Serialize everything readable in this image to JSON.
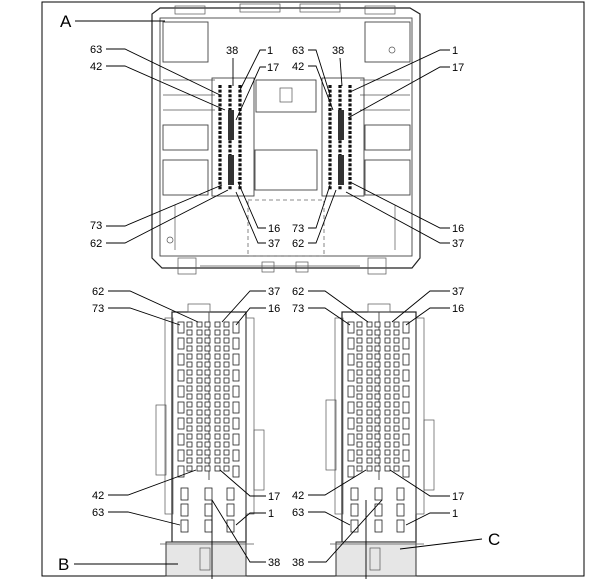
{
  "diagram": {
    "letters": {
      "a": "A",
      "b": "B",
      "c": "C"
    },
    "top": {
      "left_connector": {
        "l63": "63",
        "l42": "42",
        "l38": "38",
        "l1": "1",
        "l17": "17",
        "l73": "73",
        "l62": "62",
        "l16": "16",
        "l37": "37"
      },
      "right_connector": {
        "l63": "63",
        "l42": "42",
        "l38": "38",
        "l1": "1",
        "l17": "17",
        "l73": "73",
        "l62": "62",
        "l16": "16",
        "l37": "37"
      }
    },
    "connector_b": {
      "l62": "62",
      "l73": "73",
      "l37": "37",
      "l16": "16",
      "l42": "42",
      "l63": "63",
      "l17": "17",
      "l1": "1",
      "l38": "38"
    },
    "connector_c": {
      "l62": "62",
      "l73": "73",
      "l37": "37",
      "l16": "16",
      "l42": "42",
      "l63": "63",
      "l17": "17",
      "l1": "1",
      "l38": "38"
    }
  }
}
